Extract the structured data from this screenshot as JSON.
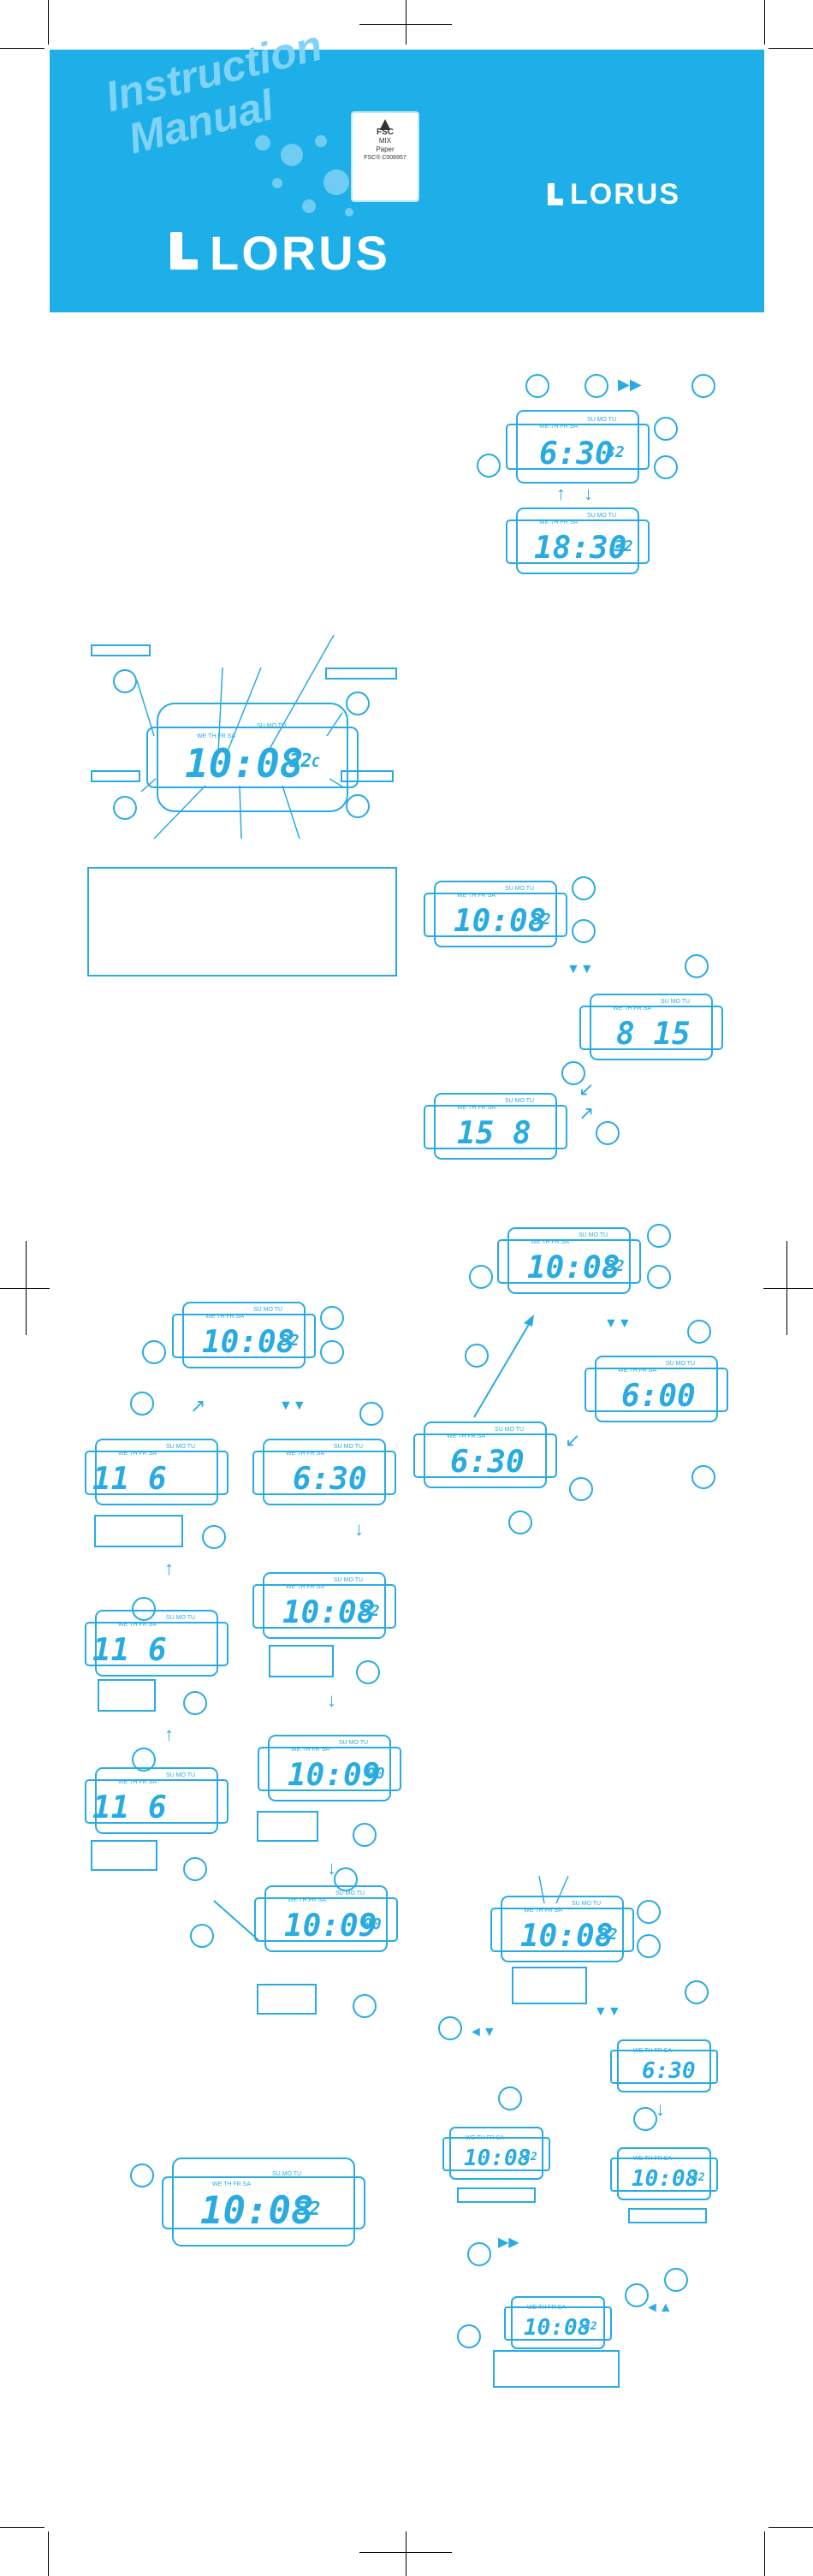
{
  "banner": {
    "title_line1": "Instruction",
    "title_line2": "Manual",
    "brand": "LORUS",
    "fsc": {
      "label": "FSC",
      "line1": "MIX",
      "line2": "Paper",
      "line3": "FSC® C008957"
    }
  },
  "displays": {
    "time_1008": {
      "time": "10:08",
      "sec": "32",
      "unit": "C"
    },
    "time_630": "6:30",
    "time_1830": "18:30",
    "time_815": "8 15",
    "time_158": "15  8",
    "time_600": "6:00",
    "date_116": "11  6",
    "time_1009": "10:09",
    "sec_00": "00",
    "days_top": "SU MO TU",
    "days_bottom": "WE TH FR SA",
    "icons": "◄• ‡"
  }
}
